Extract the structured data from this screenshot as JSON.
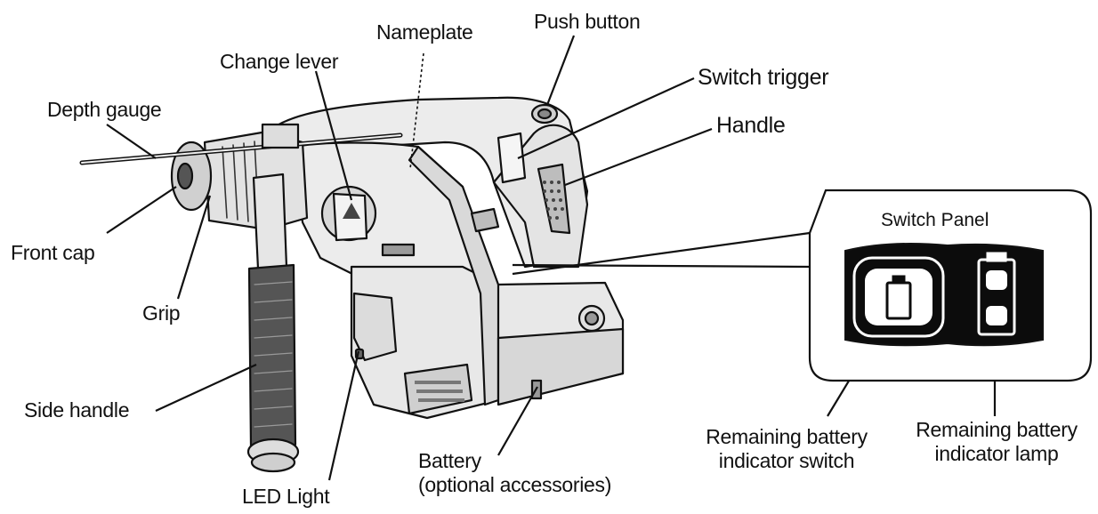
{
  "labels": {
    "nameplate": "Nameplate",
    "push_button": "Push button",
    "change_lever": "Change lever",
    "switch_trigger": "Switch trigger",
    "depth_gauge": "Depth gauge",
    "handle": "Handle",
    "front_cap": "Front cap",
    "grip": "Grip",
    "side_handle": "Side handle",
    "led_light": "LED Light",
    "battery_line1": "Battery",
    "battery_line2": "(optional accessories)",
    "remaining_switch_line1": "Remaining battery",
    "remaining_switch_line2": "indicator switch",
    "remaining_lamp_line1": "Remaining battery",
    "remaining_lamp_line2": "indicator lamp"
  },
  "switch_panel": {
    "title": "Switch Panel"
  },
  "colors": {
    "ink": "#111111",
    "tool_body": "#ececec",
    "panel_dark": "#0c0c0c",
    "highlight": "#d9d9d9"
  }
}
